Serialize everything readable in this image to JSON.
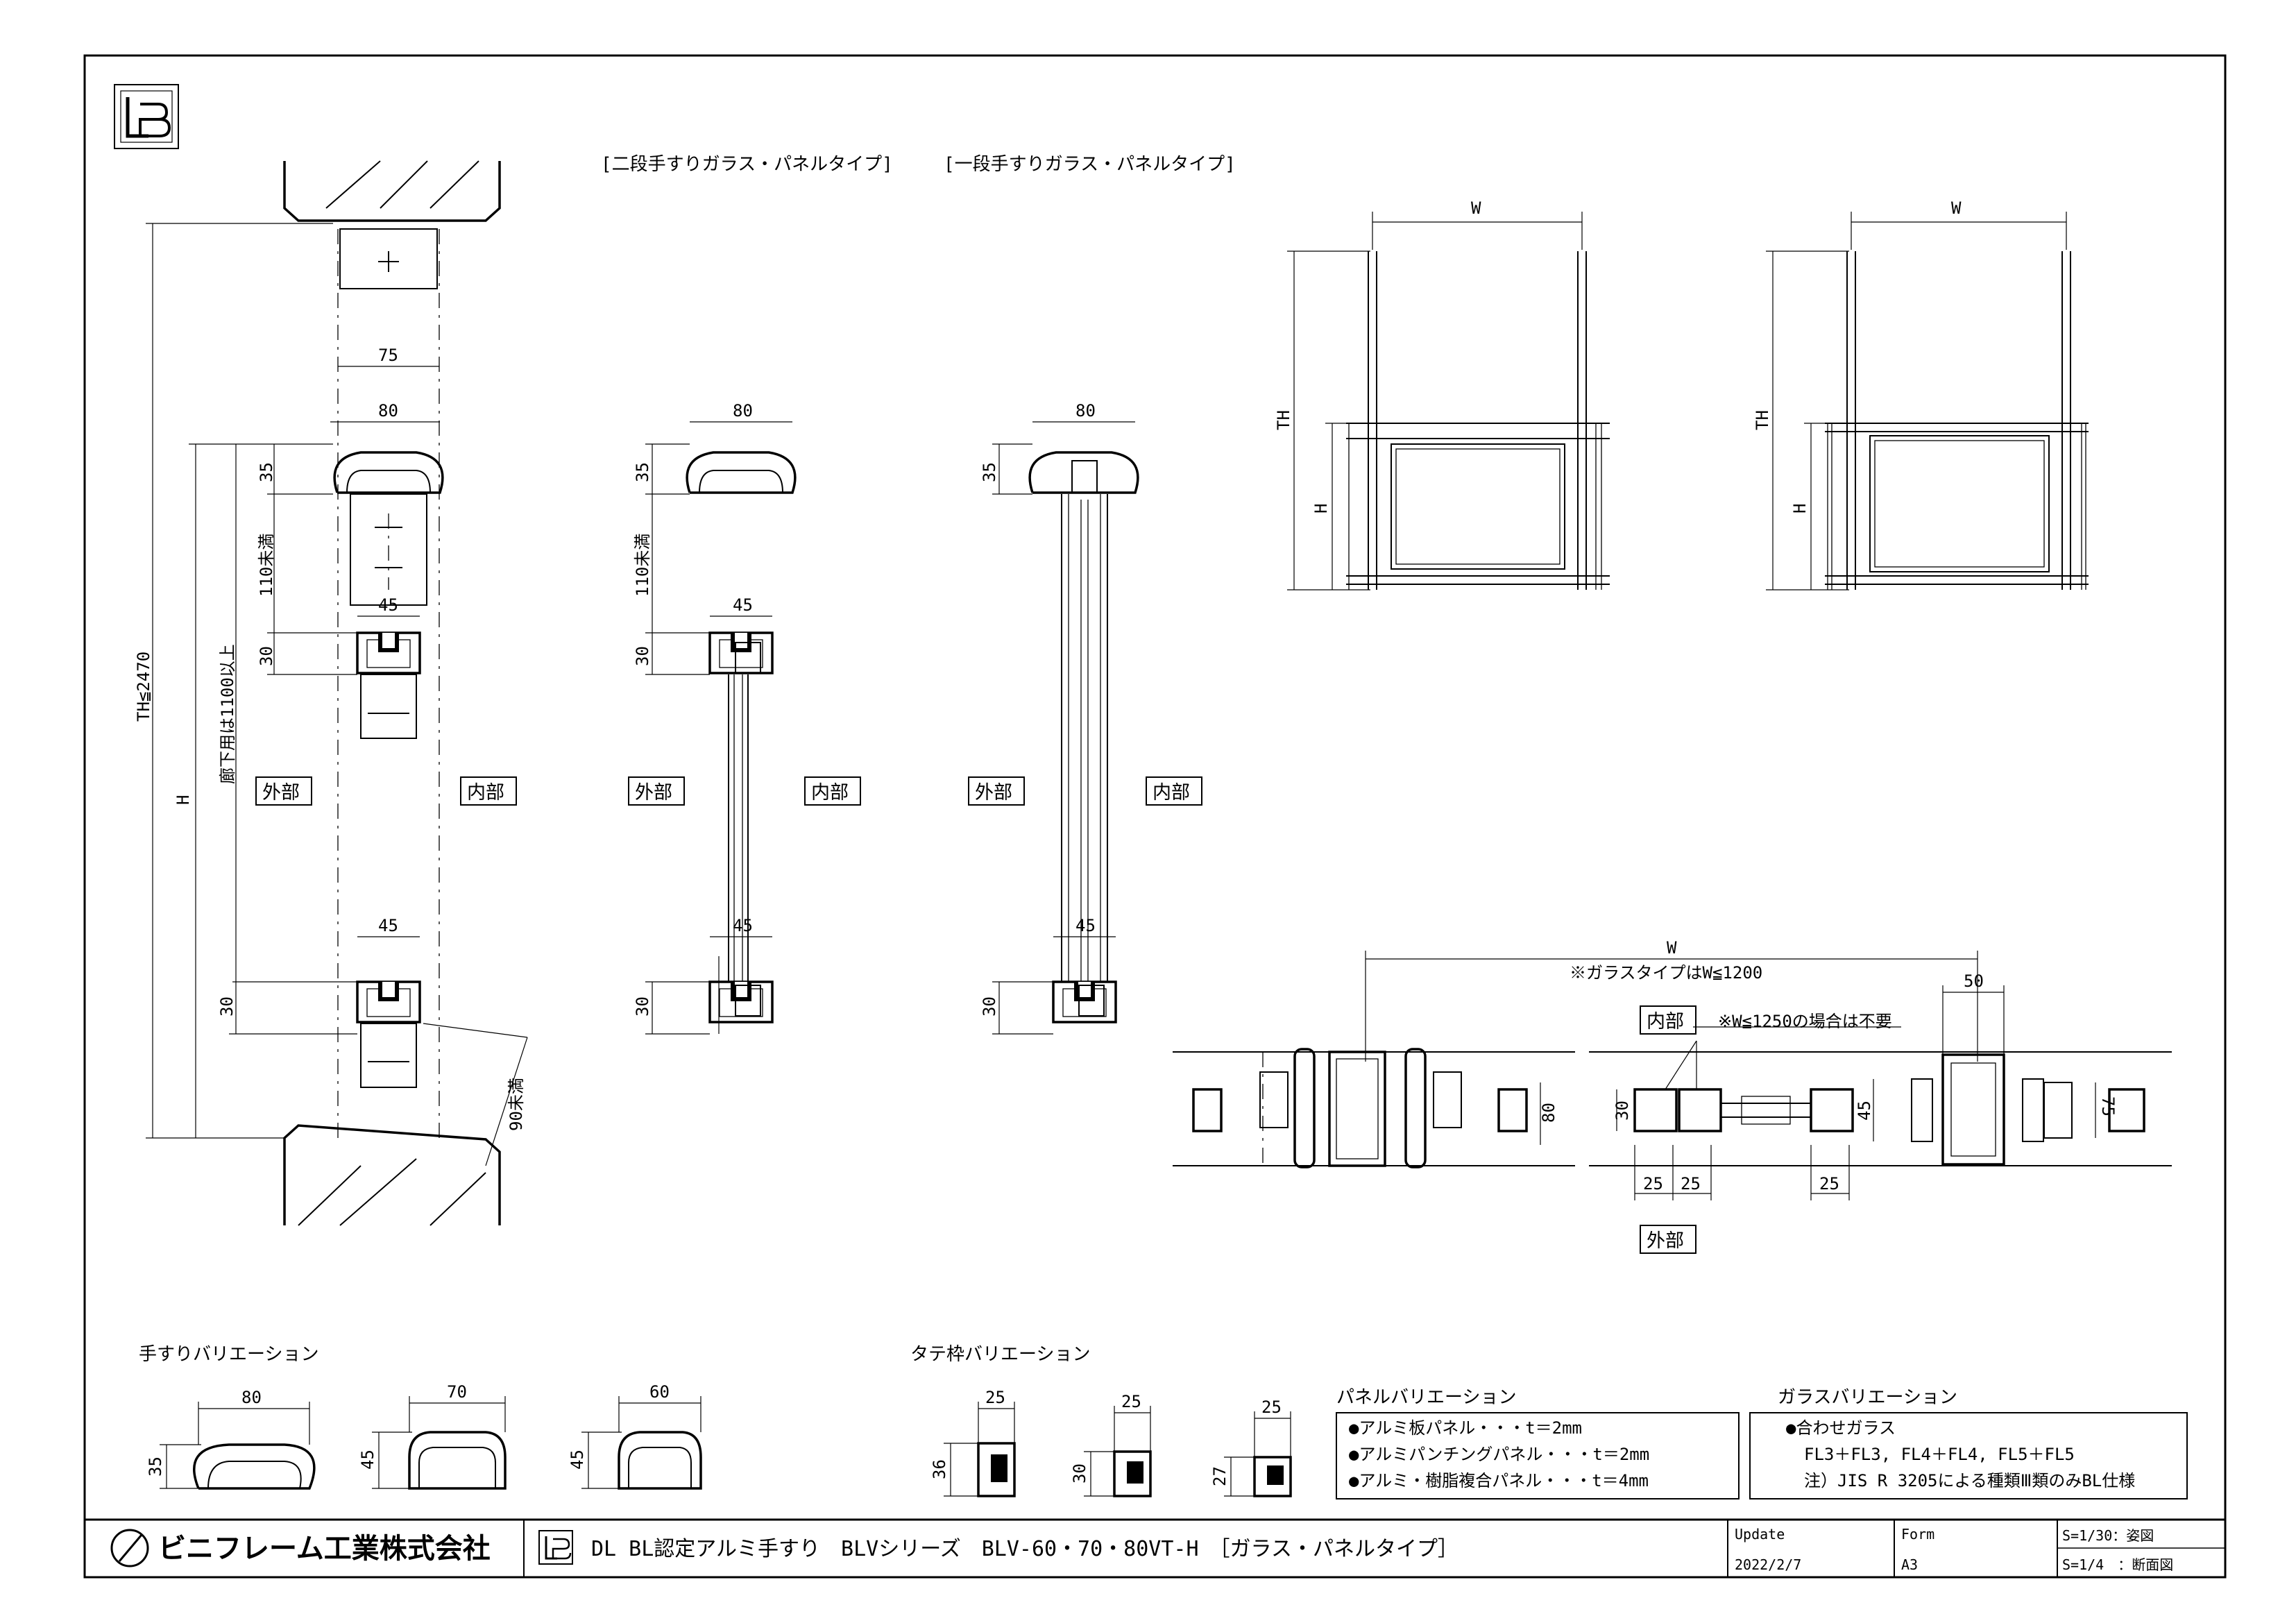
{
  "sections": {
    "two_stage": "[二段手すりガラス・パネルタイプ]",
    "one_stage": "[一段手すりガラス・パネルタイプ]"
  },
  "section_view": {
    "labels": {
      "outside": "外部",
      "inside": "内部"
    },
    "dims": {
      "d75": "75",
      "d80": "80",
      "d35": "35",
      "d45": "45",
      "d30": "30",
      "d110": "110未満",
      "d90": "90未満",
      "th": "TH≦2470",
      "h": "H",
      "corridor": "廊下用は1100以上"
    }
  },
  "elevation": {
    "w": "W",
    "th": "TH",
    "h": "H"
  },
  "plan_view": {
    "w": "W",
    "glass_note": "※ガラスタイプはW≦1200",
    "w_note": "※W≦1250の場合は不要",
    "inside": "内部",
    "outside": "外部",
    "dims": {
      "d50": "50",
      "d80": "80",
      "d30": "30",
      "d45": "45",
      "d75": "75",
      "d25": "25"
    }
  },
  "handrail_variations": {
    "title": "手すりバリエーション",
    "items": [
      {
        "width": "80",
        "height": "35"
      },
      {
        "width": "70",
        "height": "45"
      },
      {
        "width": "60",
        "height": "45"
      }
    ]
  },
  "post_variations": {
    "title": "タテ枠バリエーション",
    "items": [
      {
        "width": "25",
        "height": "36"
      },
      {
        "width": "25",
        "height": "30"
      },
      {
        "width": "25",
        "height": "27"
      }
    ]
  },
  "panel_variations": {
    "title": "パネルバリエーション",
    "items": [
      "●アルミ板パネル・・・t＝2mm",
      "●アルミパンチングパネル・・・t＝2mm",
      "●アルミ・樹脂複合パネル・・・t＝4mm"
    ]
  },
  "glass_variations": {
    "title": "ガラスバリエーション",
    "items": [
      "●合わせガラス",
      "FL3＋FL3, FL4＋FL4, FL5＋FL5",
      "注）JIS R 3205による種類Ⅲ類のみBL仕様"
    ]
  },
  "title_block": {
    "company": "ビニフレーム工業株式会社",
    "logo": "LB",
    "product": "DL BL認定アルミ手すり　BLVシリーズ　BLV-60・70・80VT-H　［ガラス・パネルタイプ］",
    "update_label": "Update",
    "update_value": "2022/2/7",
    "form_label": "Form",
    "form_value": "A3",
    "scale1": "S=1/30：姿図",
    "scale2": "S=1/4　：断面図"
  }
}
